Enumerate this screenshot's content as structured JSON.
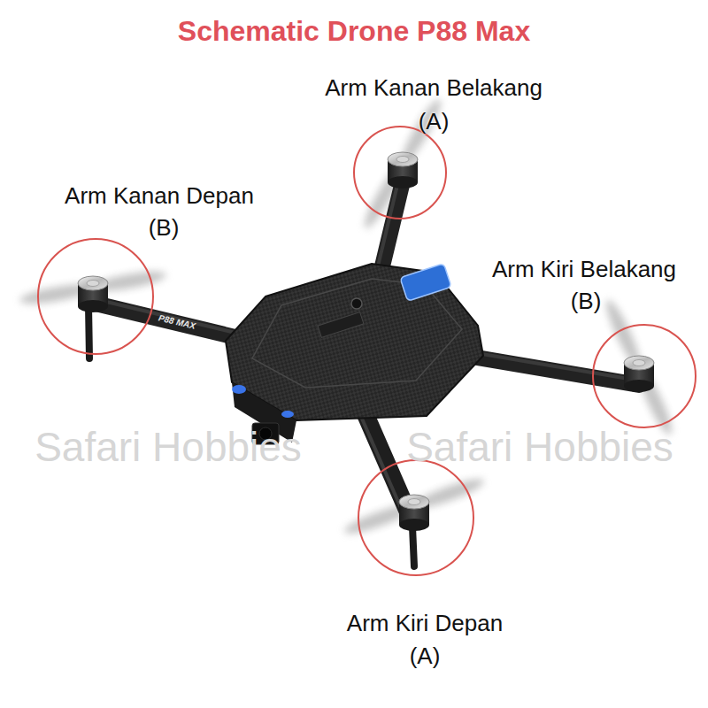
{
  "diagram": {
    "title": "Schematic Drone P88 Max",
    "labels": [
      "Arm Kanan Belakang",
      "(A)",
      "Arm Kanan Depan",
      "(B)",
      "Arm Kiri Belakang",
      "(B)",
      "P88 MAX",
      "Safari Hobbies",
      "Safari Hobbies",
      "Arm Kiri Depan",
      "(A)"
    ]
  }
}
